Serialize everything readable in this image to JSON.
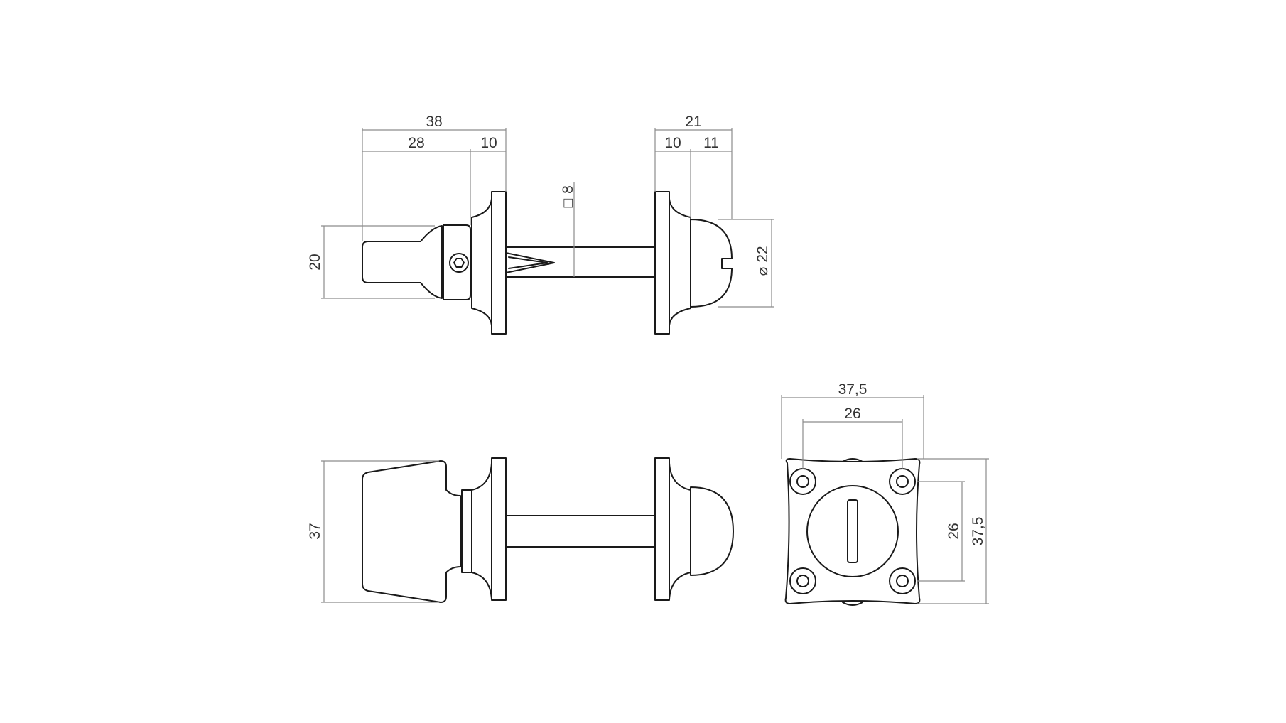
{
  "colors": {
    "outline": "#1a1a1a",
    "dimension_line": "#8c8c8c",
    "dimension_text": "#333333",
    "background": "#ffffff"
  },
  "dimensions": {
    "thumbturn_total_length": "38",
    "thumbturn_knob_length": "28",
    "thumbturn_rose_depth": "10",
    "spindle_square": "8",
    "spindle_square_symbol": "□",
    "thumbturn_knob_height": "20",
    "release_total_length": "21",
    "release_rose_depth": "10",
    "release_button_depth": "11",
    "release_diameter": "22",
    "diameter_symbol": "⌀",
    "knob_width": "37",
    "rose_width": "37,5",
    "hole_spacing_horizontal": "26",
    "hole_spacing_vertical": "26",
    "rose_height": "37,5"
  }
}
